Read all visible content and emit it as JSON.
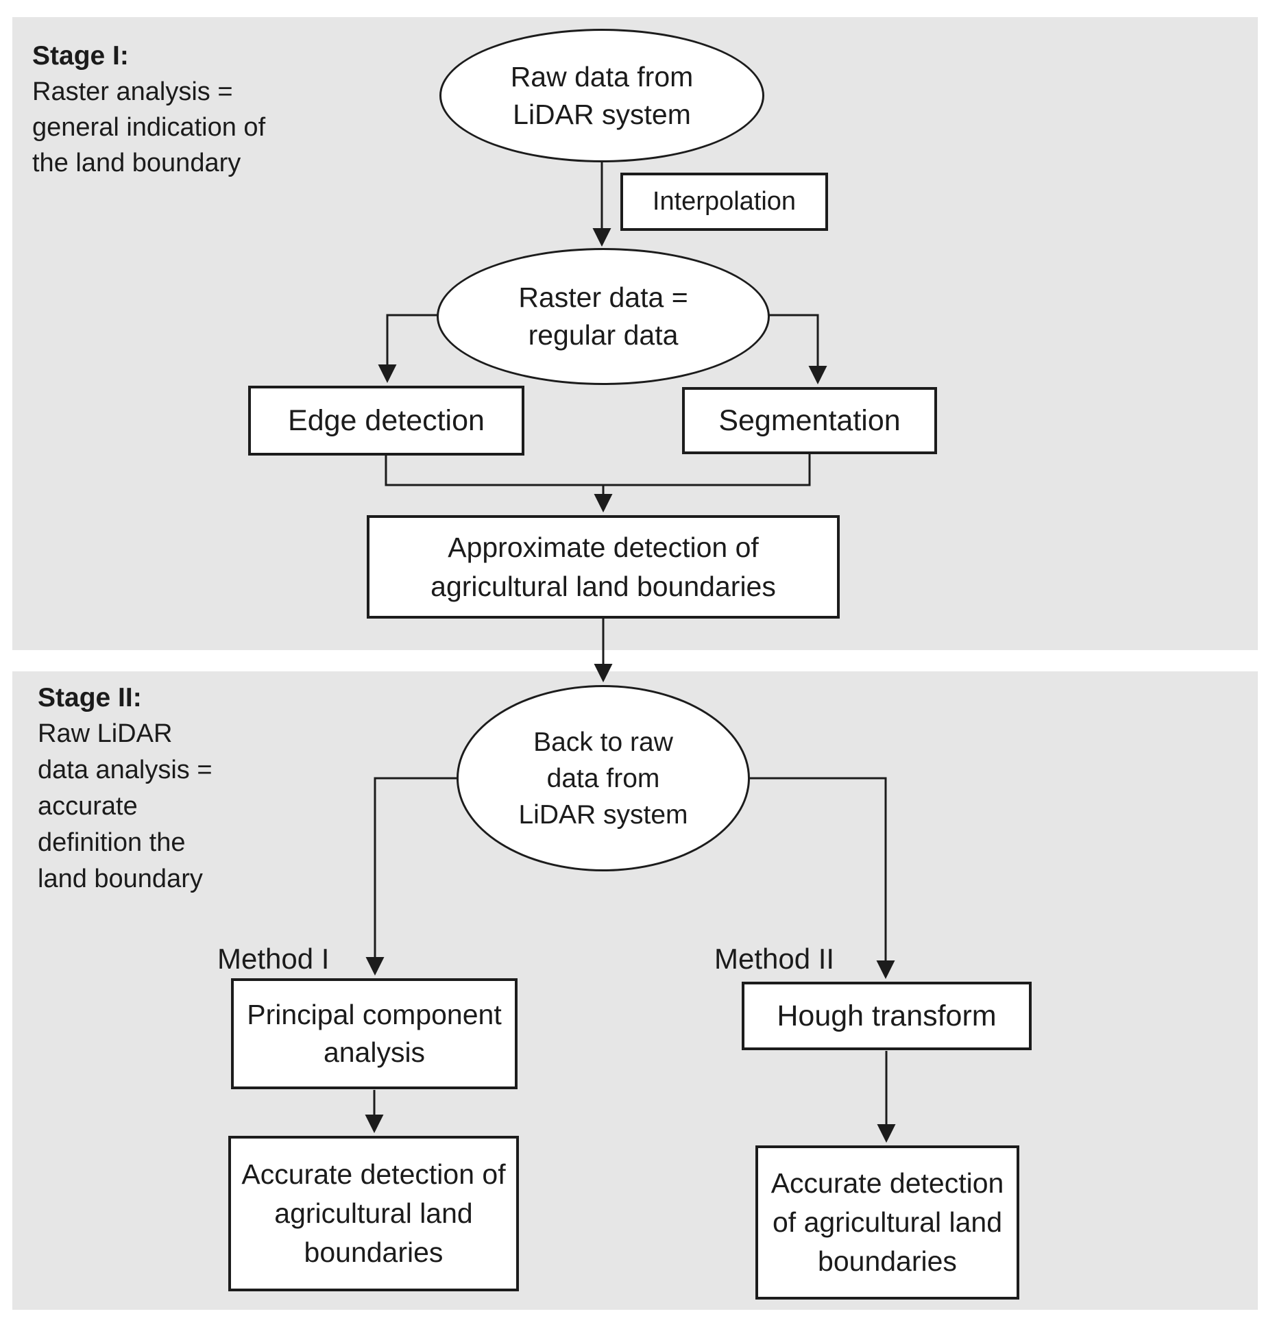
{
  "title": "Two-stage LiDAR agricultural land boundary detection flowchart",
  "colors": {
    "canvas_bg": "#ffffff",
    "panel_bg": "#e6e6e6",
    "node_bg": "#ffffff",
    "line": "#1c1c1c",
    "text": "#1b1b1b"
  },
  "stage1": {
    "title": "Stage I:",
    "description_lines": [
      "Raster analysis =",
      "general indication of",
      "the land boundary"
    ],
    "nodes": {
      "raw_data_ellipse": {
        "lines": [
          "Raw data from",
          "LiDAR system"
        ]
      },
      "interpolation_box": {
        "label": "Interpolation"
      },
      "raster_data_ellipse": {
        "lines": [
          "Raster data =",
          "regular data"
        ]
      },
      "edge_detection_box": {
        "label": "Edge detection"
      },
      "segmentation_box": {
        "label": "Segmentation"
      },
      "approximate_box": {
        "lines": [
          "Approximate detection of",
          "agricultural land boundaries"
        ]
      }
    }
  },
  "stage2": {
    "title": "Stage II:",
    "description_lines": [
      "Raw LiDAR",
      "data analysis =",
      "accurate",
      "definition the",
      "land boundary"
    ],
    "method1_label": "Method I",
    "method2_label": "Method II",
    "nodes": {
      "back_to_raw_ellipse": {
        "lines": [
          "Back to raw",
          "data from",
          "LiDAR system"
        ]
      },
      "pca_box": {
        "lines": [
          "Principal component",
          "analysis"
        ]
      },
      "hough_box": {
        "label": "Hough transform"
      },
      "accurate_left_box": {
        "lines": [
          "Accurate detection of",
          "agricultural land",
          "boundaries"
        ]
      },
      "accurate_right_box": {
        "lines": [
          "Accurate detection",
          "of agricultural land",
          "boundaries"
        ]
      }
    }
  }
}
